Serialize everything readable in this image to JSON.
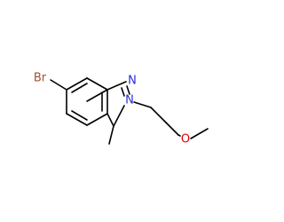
{
  "molecule": {
    "atoms": {
      "bromine": "Br",
      "nitrogen_1": "N",
      "nitrogen_2": "N",
      "oxygen": "O"
    },
    "colors": {
      "bond": "#000000",
      "bromine": "#a0522d",
      "nitrogen": "#2b2bd6",
      "oxygen": "#e00000"
    }
  }
}
